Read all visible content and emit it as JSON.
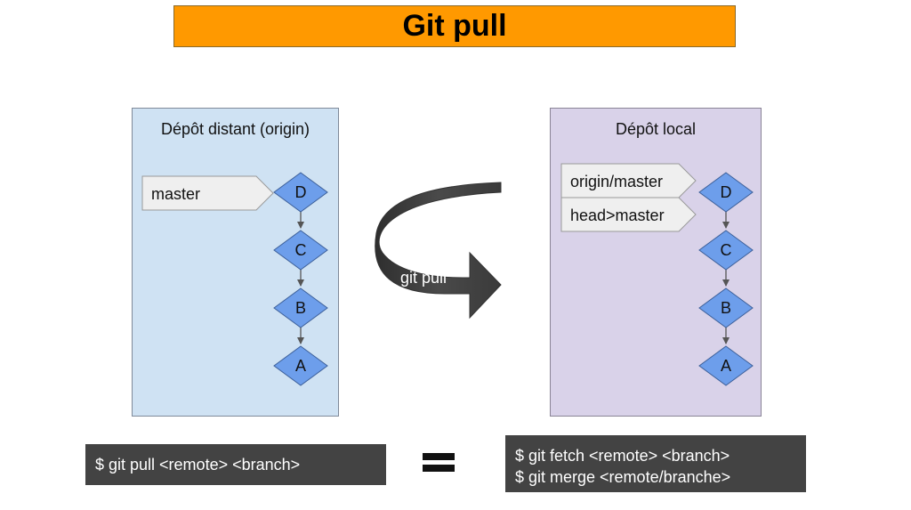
{
  "title": "Git pull",
  "remote": {
    "title": "Dépôt distant (origin)",
    "branch_labels": [
      "master"
    ],
    "commits": [
      "D",
      "C",
      "B",
      "A"
    ]
  },
  "local": {
    "title": "Dépôt local",
    "branch_labels": [
      "origin/master",
      "head>master"
    ],
    "commits": [
      "D",
      "C",
      "B",
      "A"
    ]
  },
  "arrow_label": "git pull",
  "command_left": "$ git pull <remote> <branch>",
  "equals_sign": "=",
  "command_right": [
    "$ git fetch <remote> <branch>",
    "$ git merge <remote/branche>"
  ],
  "colors": {
    "title_bg": "#ff9900",
    "remote_bg": "#cfe2f3",
    "local_bg": "#d9d2e9",
    "commit_fill": "#6d9eeb",
    "label_fill": "#efefef",
    "arrow_fill": "#434343",
    "command_bg": "#434343"
  }
}
